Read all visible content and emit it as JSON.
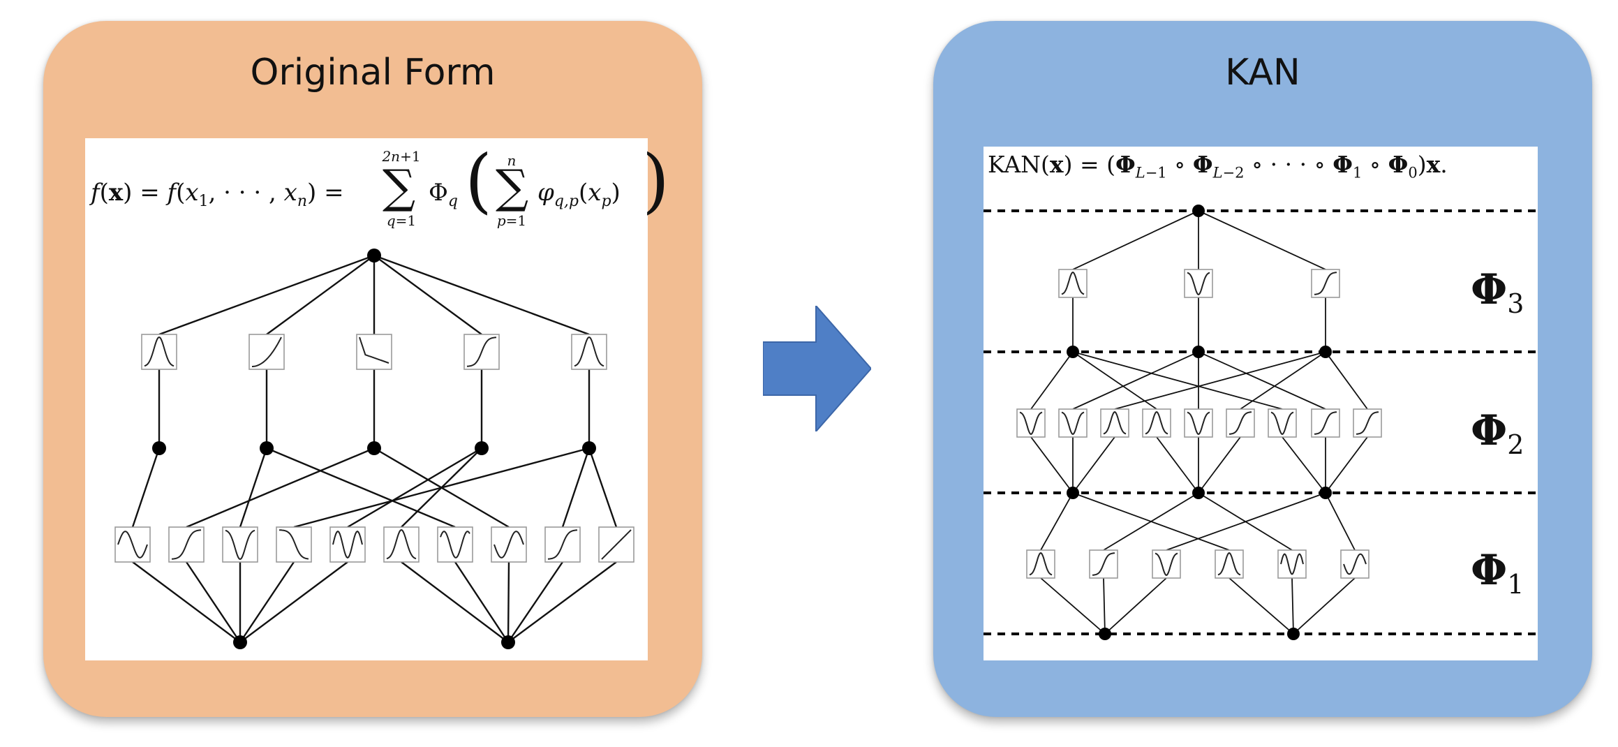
{
  "panels": {
    "left": {
      "title": "Original Form",
      "background": "#f2bd92"
    },
    "right": {
      "title": "KAN",
      "background": "#8db3df"
    }
  },
  "arrow": {
    "color": "#4f7fc6",
    "icon": "right-arrow-icon"
  },
  "left_figure": {
    "formula": "f(x) = f(x1, ··· , xn) = Σ_{q=1}^{2n+1} Φq ( Σ_{p=1}^{n} φq,p(xp) )",
    "sum_outer_upper": "2n+1",
    "sum_outer_lower": "q=1",
    "sum_inner_upper": "n",
    "sum_inner_lower": "p=1",
    "input_nodes": 2,
    "inner_functions": 10,
    "hidden_nodes": 5,
    "outer_functions": 5,
    "output_nodes": 1
  },
  "right_figure": {
    "formula": "KAN(x) = (Φ_{L−1} ∘ Φ_{L−2} ∘ ··· ∘ Φ1 ∘ Φ0)x.",
    "layer_labels": [
      {
        "symbol": "Φ",
        "subscript": "3"
      },
      {
        "symbol": "Φ",
        "subscript": "2"
      },
      {
        "symbol": "Φ",
        "subscript": "1"
      }
    ],
    "node_counts": [
      2,
      3,
      3,
      1
    ],
    "activation_counts": [
      6,
      9,
      3
    ]
  }
}
